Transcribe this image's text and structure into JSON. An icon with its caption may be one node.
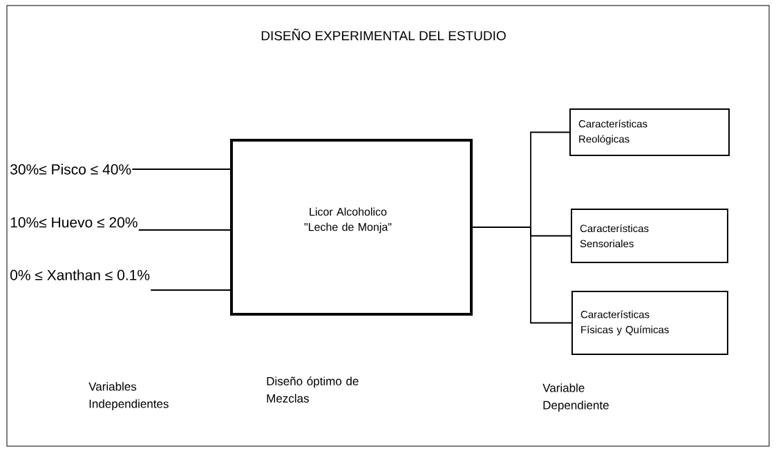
{
  "diagram": {
    "title": "DISEÑO EXPERIMENTAL DEL ESTUDIO",
    "nodes": [
      {
        "text": [
          "30%≤ Pisco ≤ 40%"
        ]
      },
      {
        "text": [
          "10%≤ Huevo ≤ 20%"
        ]
      },
      {
        "text": [
          "0%  ≤ Xanthan ≤ 0.1%"
        ]
      },
      {
        "text": [
          "Licor Alcoholico \"Leche de Monja\""
        ]
      },
      {
        "text": [
          "Características Reológicas"
        ]
      },
      {
        "text": [
          "Características Sensoriales"
        ]
      },
      {
        "text": [
          "Características Físicas y Químicas"
        ]
      }
    ],
    "edges": [
      {
        "from": 0,
        "to": 3,
        "arrow": "none"
      },
      {
        "from": 1,
        "to": 3,
        "arrow": "none"
      },
      {
        "from": 2,
        "to": 3,
        "arrow": "none"
      },
      {
        "from": 3,
        "to": 4,
        "arrow": "none"
      },
      {
        "from": 3,
        "to": 5,
        "arrow": "none"
      },
      {
        "from": 3,
        "to": 6,
        "arrow": "none"
      }
    ],
    "labels": [
      "Variables Independientes",
      "Diseño óptimo de Mezclas",
      "Variable Dependiente"
    ]
  }
}
